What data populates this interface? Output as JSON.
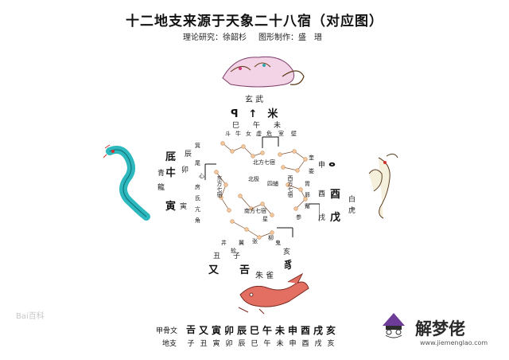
{
  "title": "十二地支来源于天象二十八宿（对应图）",
  "credits": {
    "theory": "理论研究：徐韶杉",
    "figure": "图形制作：盛　瑨"
  },
  "animals": {
    "north": "玄 武",
    "east_top": "青",
    "east_bottom": "龍",
    "west": "白\n虎",
    "south": "朱 雀"
  },
  "north_branches": [
    "巳",
    "午",
    "未"
  ],
  "north_mansions": [
    "斗",
    "牛",
    "女",
    "虚",
    "危",
    "室",
    "壁"
  ],
  "east_branches": [
    "辰",
    "卯",
    "寅"
  ],
  "east_mansions": [
    "箕",
    "尾",
    "心",
    "房",
    "氐",
    "亢",
    "角"
  ],
  "west_branches": [
    "申",
    "酉",
    "戌"
  ],
  "west_mansions": [
    "奎",
    "娄",
    "胃",
    "昴",
    "觜",
    "参"
  ],
  "south_branches": [
    "丑",
    "子",
    "亥"
  ],
  "south_mansions": [
    "井",
    "鬼",
    "柳",
    "星",
    "张",
    "翼",
    "轸"
  ],
  "center_labels": {
    "north": "北方七宿",
    "east": "东方七宿",
    "west": "西方七宿",
    "south": "南方七宿",
    "pole": "北极",
    "fu": "四辅"
  },
  "table": {
    "row1_label": "甲骨文",
    "row2_label": "地支",
    "row1": [
      "𢀛",
      "又",
      "寅",
      "卯",
      "辰",
      "巳",
      "午",
      "未",
      "申",
      "酉",
      "戌",
      "亥"
    ],
    "row2": [
      "子",
      "丑",
      "寅",
      "卯",
      "辰",
      "巳",
      "午",
      "未",
      "申",
      "酉",
      "戌",
      "亥"
    ]
  },
  "watermark_left": "Bai百科",
  "logo_text": "解梦佬",
  "logo_url": "www.jiemenglao.com",
  "colors": {
    "star_fill": "#f2c79b",
    "dragon": "#36c6c9",
    "tiger": "#f5f0dc",
    "bird": "#e36f63",
    "tortoise": "#e7b8d6"
  }
}
